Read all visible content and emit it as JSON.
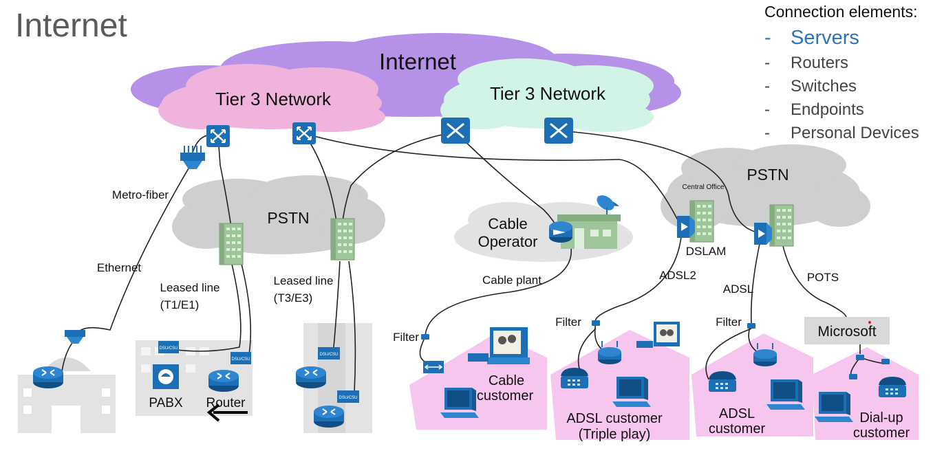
{
  "slide": {
    "title": "Internet"
  },
  "legend": {
    "heading": "Connection elements:",
    "items": [
      {
        "label": "Servers",
        "active": true
      },
      {
        "label": "Routers",
        "active": false
      },
      {
        "label": "Switches",
        "active": false
      },
      {
        "label": "Endpoints",
        "active": false
      },
      {
        "label": "Personal Devices",
        "active": false
      }
    ],
    "bullet": "-"
  },
  "diagram": {
    "clouds": {
      "internet": "Internet",
      "tier3_left": "Tier 3 Network",
      "tier3_right": "Tier 3 Network",
      "pstn_center": "PSTN",
      "pstn_right": "PSTN",
      "cable_operator_line1": "Cable",
      "cable_operator_line2": "Operator"
    },
    "labels": {
      "metro_fiber": "Metro-fiber",
      "ethernet": "Ethernet",
      "leased_line_1": "Leased line",
      "leased_line_1_type": "(T1/E1)",
      "leased_line_2": "Leased line",
      "leased_line_2_type": "(T3/E3)",
      "cable_plant": "Cable plant",
      "central_office": "Central Office",
      "dslam": "DSLAM",
      "adsl2": "ADSL2",
      "adsl": "ADSL",
      "pots": "POTS",
      "filter_cable": "Filter",
      "filter_adsl2": "Filter",
      "filter_adsl": "Filter",
      "microsoft": "Microsoft",
      "dsu_csu": "DSU/CSU",
      "pabx": "PABX",
      "router": "Router"
    },
    "customers": {
      "cable_line1": "Cable",
      "cable_line2": "customer",
      "adsl_triple_line1": "ADSL customer",
      "adsl_triple_line2": "(Triple play)",
      "adsl_line1": "ADSL",
      "adsl_line2": "customer",
      "dialup_line1": "Dial-up",
      "dialup_line2": "customer"
    },
    "colors": {
      "internet_cloud": "#b591e8",
      "tier3_left_cloud": "#f0b3dc",
      "tier3_right_cloud": "#d2f4e6",
      "pstn_cloud": "#cfcfcf",
      "device_blue": "#1d6fb5",
      "building_green": "#9fc59a",
      "house_pink": "#f7c6ee",
      "gray_building": "#dadada",
      "accent_blue": "#2e74b5"
    }
  }
}
